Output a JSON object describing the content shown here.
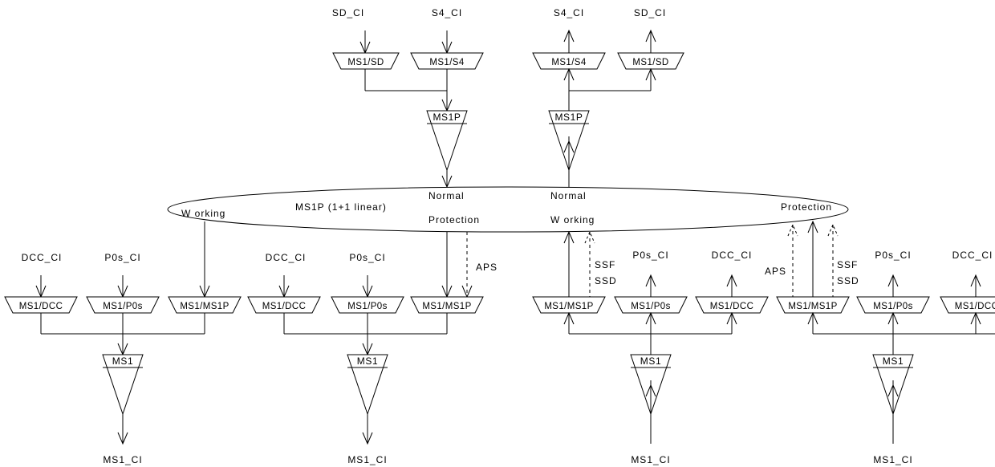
{
  "signals": {
    "sd_ci": "SD_CI",
    "s4_ci": "S4_CI",
    "dcc_ci": "DCC_CI",
    "p0s_ci": "P0s_CI",
    "ms1_ci": "MS1_CI"
  },
  "adaptation_labels": {
    "ms1_sd": "MS1/SD",
    "ms1_s4": "MS1/S4",
    "ms1_dcc": "MS1/DCC",
    "ms1_p0s": "MS1/P0s",
    "ms1_ms1p": "MS1/MS1P"
  },
  "trail_labels": {
    "ms1p": "MS1P",
    "ms1": "MS1"
  },
  "connection": {
    "title": "MS1P (1+1 linear)",
    "working_left": "W orking",
    "normal_left": "Normal",
    "protection_left": "Protection",
    "normal_right": "Normal",
    "working_right": "W orking",
    "protection_right": "Protection"
  },
  "signal_labels": {
    "aps": "APS",
    "ssf": "SSF",
    "ssd": "SSD"
  }
}
